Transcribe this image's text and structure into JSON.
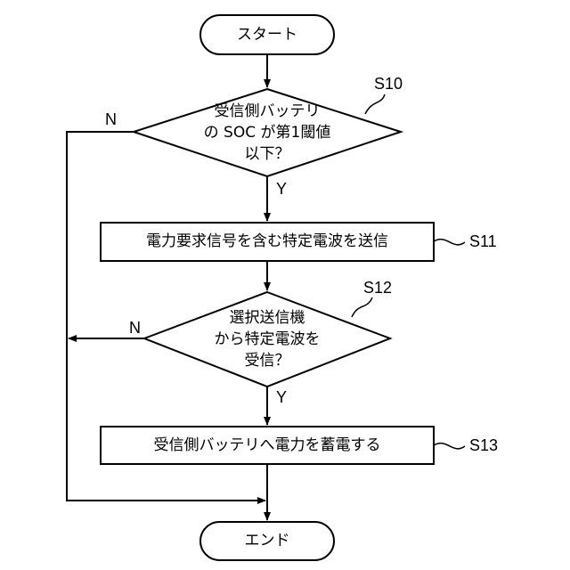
{
  "start": {
    "label": "スタート"
  },
  "end": {
    "label": "エンド"
  },
  "decision1": {
    "lines": [
      "受信側バッテリ",
      "の SOC が第1閾値",
      "以下？"
    ],
    "step": "S10",
    "no": "N",
    "yes": "Y"
  },
  "process1": {
    "text": "電力要求信号を含む特定電波を送信",
    "step": "S11"
  },
  "decision2": {
    "lines": [
      "選択送信機",
      "から特定電波を",
      "受信？"
    ],
    "step": "S12",
    "no": "N",
    "yes": "Y"
  },
  "process2": {
    "text": "受信側バッテリへ電力を蓄電する",
    "step": "S13"
  },
  "colors": {
    "stroke": "#000000",
    "background": "#ffffff"
  }
}
